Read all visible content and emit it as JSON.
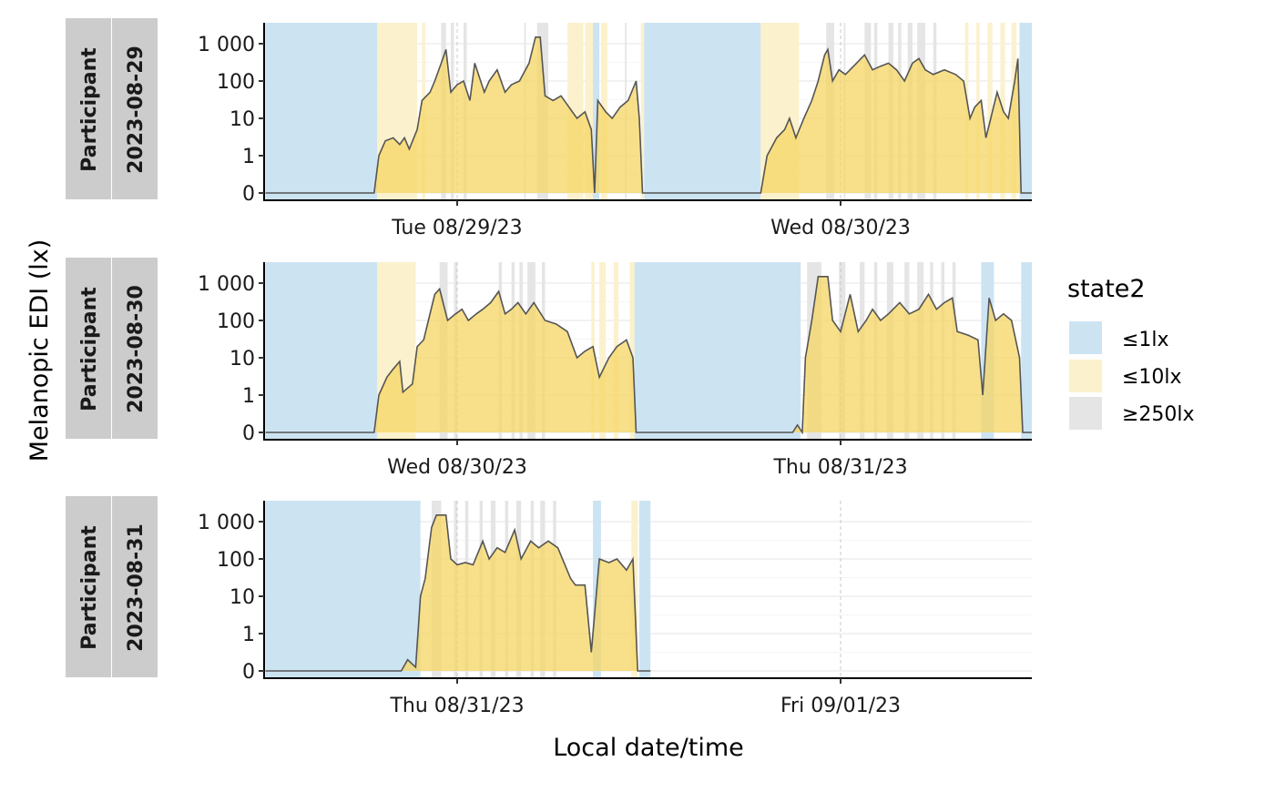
{
  "chart_data": {
    "type": "area",
    "xlabel": "Local date/time",
    "ylabel": "Melanopic EDI (lx)",
    "y_scale": "symlog",
    "y_ticks": [
      0,
      1,
      10,
      100,
      1000
    ],
    "y_tick_labels": [
      "0",
      "1",
      "10",
      "100",
      "1 000"
    ],
    "x_range_hours": [
      0,
      48
    ],
    "legend": {
      "title": "state2",
      "position": "right",
      "entries": [
        {
          "label": "≤1lx",
          "key": "dark",
          "color": "#cce3f2"
        },
        {
          "label": "≤10lx",
          "key": "dim",
          "color": "#fbf1cc"
        },
        {
          "label": "≥250lx",
          "key": "bright",
          "color": "#e5e5e5"
        }
      ]
    },
    "colors": {
      "area": "#f5d563",
      "line": "#555555",
      "strip": "#cccccc"
    },
    "panels": [
      {
        "strip": [
          "Participant",
          "2023-08-29"
        ],
        "x_tick_hours": [
          12,
          36
        ],
        "x_tick_labels": [
          "Tue 08/29/23",
          "Wed 08/30/23"
        ],
        "data_end_hour": 48,
        "bands": [
          [
            0,
            7.0,
            "dark"
          ],
          [
            7.0,
            9.5,
            "dim"
          ],
          [
            9.8,
            10.0,
            "dim"
          ],
          [
            11.0,
            11.3,
            "bright"
          ],
          [
            11.6,
            11.8,
            "bright"
          ],
          [
            12.4,
            12.6,
            "bright"
          ],
          [
            16.2,
            16.3,
            "bright"
          ],
          [
            17.0,
            17.7,
            "bright"
          ],
          [
            18.9,
            19.9,
            "dim"
          ],
          [
            20.0,
            20.5,
            "dim"
          ],
          [
            20.5,
            20.9,
            "dark"
          ],
          [
            21.0,
            21.4,
            "dim"
          ],
          [
            22.5,
            22.6,
            "bright"
          ],
          [
            23.5,
            23.7,
            "dim"
          ],
          [
            23.7,
            31.0,
            "dark"
          ],
          [
            31.0,
            33.4,
            "dim"
          ],
          [
            35.1,
            35.6,
            "bright"
          ],
          [
            36.2,
            36.3,
            "bright"
          ],
          [
            37.5,
            37.9,
            "bright"
          ],
          [
            38.1,
            38.3,
            "bright"
          ],
          [
            39.0,
            39.3,
            "bright"
          ],
          [
            39.6,
            39.8,
            "bright"
          ],
          [
            40.2,
            40.5,
            "bright"
          ],
          [
            40.8,
            41.3,
            "bright"
          ],
          [
            41.8,
            42.0,
            "bright"
          ],
          [
            43.8,
            44.0,
            "dim"
          ],
          [
            44.5,
            44.7,
            "dim"
          ],
          [
            45.2,
            45.5,
            "dim"
          ],
          [
            46.0,
            46.3,
            "dim"
          ],
          [
            46.7,
            47.0,
            "dim"
          ],
          [
            47.2,
            48,
            "dark"
          ]
        ],
        "points": [
          [
            0,
            0
          ],
          [
            6.8,
            0
          ],
          [
            7.1,
            1
          ],
          [
            7.5,
            2.5
          ],
          [
            8.0,
            3
          ],
          [
            8.4,
            2
          ],
          [
            8.7,
            3
          ],
          [
            9.0,
            1.5
          ],
          [
            9.5,
            5
          ],
          [
            9.8,
            30
          ],
          [
            10.3,
            50
          ],
          [
            10.6,
            100
          ],
          [
            11.0,
            300
          ],
          [
            11.3,
            700
          ],
          [
            11.6,
            50
          ],
          [
            12.0,
            80
          ],
          [
            12.4,
            100
          ],
          [
            12.8,
            30
          ],
          [
            13.1,
            300
          ],
          [
            13.7,
            50
          ],
          [
            14.0,
            100
          ],
          [
            14.5,
            200
          ],
          [
            15.0,
            50
          ],
          [
            15.4,
            80
          ],
          [
            15.9,
            100
          ],
          [
            16.5,
            300
          ],
          [
            16.9,
            1500
          ],
          [
            17.2,
            1500
          ],
          [
            17.5,
            40
          ],
          [
            18.0,
            30
          ],
          [
            18.5,
            40
          ],
          [
            19.0,
            20
          ],
          [
            19.5,
            10
          ],
          [
            20.0,
            15
          ],
          [
            20.4,
            5
          ],
          [
            20.6,
            0
          ],
          [
            20.8,
            30
          ],
          [
            21.3,
            15
          ],
          [
            21.7,
            10
          ],
          [
            22.2,
            20
          ],
          [
            22.7,
            30
          ],
          [
            23.2,
            100
          ],
          [
            23.4,
            10
          ],
          [
            23.6,
            0
          ],
          [
            31.0,
            0
          ],
          [
            31.4,
            1
          ],
          [
            32.0,
            3
          ],
          [
            32.5,
            5
          ],
          [
            32.8,
            10
          ],
          [
            33.2,
            3
          ],
          [
            33.7,
            10
          ],
          [
            34.2,
            30
          ],
          [
            34.6,
            100
          ],
          [
            35.0,
            500
          ],
          [
            35.2,
            700
          ],
          [
            35.5,
            100
          ],
          [
            35.9,
            200
          ],
          [
            36.3,
            150
          ],
          [
            37.0,
            300
          ],
          [
            37.5,
            500
          ],
          [
            38.0,
            200
          ],
          [
            38.5,
            250
          ],
          [
            39.0,
            300
          ],
          [
            39.5,
            200
          ],
          [
            40.0,
            100
          ],
          [
            40.5,
            300
          ],
          [
            40.9,
            400
          ],
          [
            41.3,
            200
          ],
          [
            41.8,
            150
          ],
          [
            42.5,
            200
          ],
          [
            43.2,
            150
          ],
          [
            43.7,
            100
          ],
          [
            44.1,
            10
          ],
          [
            44.4,
            20
          ],
          [
            44.8,
            30
          ],
          [
            45.1,
            3
          ],
          [
            45.4,
            10
          ],
          [
            45.8,
            50
          ],
          [
            46.2,
            15
          ],
          [
            46.5,
            10
          ],
          [
            46.9,
            100
          ],
          [
            47.1,
            400
          ],
          [
            47.3,
            0
          ],
          [
            48,
            0
          ]
        ]
      },
      {
        "strip": [
          "Participant",
          "2023-08-30"
        ],
        "x_tick_hours": [
          12,
          36
        ],
        "x_tick_labels": [
          "Wed 08/30/23",
          "Thu 08/31/23"
        ],
        "data_end_hour": 48,
        "bands": [
          [
            0,
            7.0,
            "dark"
          ],
          [
            7.0,
            9.4,
            "dim"
          ],
          [
            10.9,
            11.4,
            "bright"
          ],
          [
            11.8,
            12.0,
            "bright"
          ],
          [
            14.6,
            14.8,
            "bright"
          ],
          [
            15.4,
            15.6,
            "bright"
          ],
          [
            15.9,
            16.1,
            "bright"
          ],
          [
            16.4,
            16.9,
            "bright"
          ],
          [
            17.3,
            17.5,
            "bright"
          ],
          [
            20.4,
            20.6,
            "dim"
          ],
          [
            20.9,
            21.3,
            "dim"
          ],
          [
            21.8,
            22.1,
            "dim"
          ],
          [
            22.8,
            23.1,
            "dim"
          ],
          [
            23.1,
            33.5,
            "dark"
          ],
          [
            33.9,
            34.8,
            "bright"
          ],
          [
            35.9,
            36.3,
            "bright"
          ],
          [
            37.2,
            37.5,
            "bright"
          ],
          [
            38.1,
            38.3,
            "bright"
          ],
          [
            38.9,
            39.3,
            "bright"
          ],
          [
            40.0,
            40.3,
            "bright"
          ],
          [
            40.8,
            41.2,
            "bright"
          ],
          [
            41.6,
            41.8,
            "bright"
          ],
          [
            42.3,
            42.5,
            "bright"
          ],
          [
            43.0,
            43.2,
            "bright"
          ],
          [
            44.8,
            45.6,
            "dark"
          ],
          [
            47.3,
            48,
            "dark"
          ]
        ],
        "points": [
          [
            0,
            0
          ],
          [
            6.8,
            0
          ],
          [
            7.1,
            1
          ],
          [
            7.6,
            3
          ],
          [
            8.0,
            5
          ],
          [
            8.4,
            8
          ],
          [
            8.6,
            1.2
          ],
          [
            9.2,
            2
          ],
          [
            9.5,
            20
          ],
          [
            9.9,
            30
          ],
          [
            10.2,
            100
          ],
          [
            10.6,
            500
          ],
          [
            10.9,
            700
          ],
          [
            11.4,
            100
          ],
          [
            11.9,
            150
          ],
          [
            12.3,
            200
          ],
          [
            12.7,
            100
          ],
          [
            13.2,
            150
          ],
          [
            13.6,
            200
          ],
          [
            14.1,
            300
          ],
          [
            14.6,
            600
          ],
          [
            15.0,
            150
          ],
          [
            15.4,
            200
          ],
          [
            15.8,
            300
          ],
          [
            16.3,
            150
          ],
          [
            16.8,
            300
          ],
          [
            17.5,
            100
          ],
          [
            18.2,
            80
          ],
          [
            18.9,
            50
          ],
          [
            19.5,
            10
          ],
          [
            20.0,
            15
          ],
          [
            20.5,
            20
          ],
          [
            20.9,
            3
          ],
          [
            21.5,
            10
          ],
          [
            22.0,
            20
          ],
          [
            22.6,
            30
          ],
          [
            23.0,
            10
          ],
          [
            23.2,
            0
          ],
          [
            33.0,
            0
          ],
          [
            33.3,
            0.2
          ],
          [
            33.6,
            0
          ],
          [
            33.8,
            10
          ],
          [
            34.2,
            100
          ],
          [
            34.6,
            1500
          ],
          [
            35.2,
            1500
          ],
          [
            35.5,
            100
          ],
          [
            36.0,
            50
          ],
          [
            36.6,
            500
          ],
          [
            37.1,
            50
          ],
          [
            37.6,
            100
          ],
          [
            38.0,
            200
          ],
          [
            38.5,
            100
          ],
          [
            39.0,
            150
          ],
          [
            39.7,
            300
          ],
          [
            40.3,
            150
          ],
          [
            40.9,
            200
          ],
          [
            41.5,
            500
          ],
          [
            42.0,
            200
          ],
          [
            42.5,
            300
          ],
          [
            43.0,
            400
          ],
          [
            43.3,
            50
          ],
          [
            44.0,
            40
          ],
          [
            44.6,
            30
          ],
          [
            44.9,
            1
          ],
          [
            45.3,
            400
          ],
          [
            45.7,
            100
          ],
          [
            46.2,
            150
          ],
          [
            46.7,
            100
          ],
          [
            47.2,
            10
          ],
          [
            47.4,
            0
          ],
          [
            48,
            0
          ]
        ]
      },
      {
        "strip": [
          "Participant",
          "2023-08-31"
        ],
        "x_tick_hours": [
          12,
          36
        ],
        "x_tick_labels": [
          "Thu 08/31/23",
          "Fri 09/01/23"
        ],
        "data_end_hour": 24.1,
        "bands": [
          [
            0,
            9.7,
            "dark"
          ],
          [
            10.4,
            11.0,
            "bright"
          ],
          [
            11.8,
            12.0,
            "bright"
          ],
          [
            12.5,
            12.7,
            "bright"
          ],
          [
            13.4,
            13.6,
            "bright"
          ],
          [
            14.1,
            14.4,
            "bright"
          ],
          [
            15.0,
            15.2,
            "bright"
          ],
          [
            15.7,
            16.0,
            "bright"
          ],
          [
            16.6,
            16.8,
            "bright"
          ],
          [
            17.2,
            17.5,
            "bright"
          ],
          [
            18.0,
            18.2,
            "bright"
          ],
          [
            20.5,
            21.0,
            "dark"
          ],
          [
            22.9,
            23.3,
            "dim"
          ],
          [
            23.4,
            24.1,
            "dark"
          ]
        ],
        "points": [
          [
            0,
            0
          ],
          [
            8.5,
            0
          ],
          [
            8.9,
            0.3
          ],
          [
            9.4,
            0.1
          ],
          [
            9.7,
            10
          ],
          [
            10.0,
            30
          ],
          [
            10.4,
            700
          ],
          [
            10.7,
            1500
          ],
          [
            11.3,
            1500
          ],
          [
            11.6,
            100
          ],
          [
            12.0,
            70
          ],
          [
            12.5,
            80
          ],
          [
            13.0,
            70
          ],
          [
            13.6,
            300
          ],
          [
            14.0,
            100
          ],
          [
            14.5,
            200
          ],
          [
            15.0,
            150
          ],
          [
            15.6,
            600
          ],
          [
            16.0,
            100
          ],
          [
            16.6,
            300
          ],
          [
            17.1,
            200
          ],
          [
            17.7,
            300
          ],
          [
            18.3,
            200
          ],
          [
            19.1,
            30
          ],
          [
            19.4,
            20
          ],
          [
            20.0,
            20
          ],
          [
            20.4,
            0.5
          ],
          [
            20.9,
            100
          ],
          [
            21.5,
            80
          ],
          [
            22.0,
            100
          ],
          [
            22.6,
            50
          ],
          [
            23.0,
            100
          ],
          [
            23.3,
            0
          ],
          [
            24.1,
            0
          ]
        ]
      }
    ]
  }
}
